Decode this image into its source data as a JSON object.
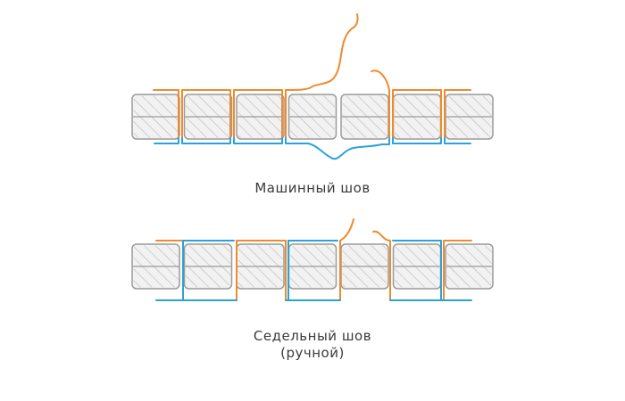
{
  "diagram": {
    "colors": {
      "thread_top": "#f08a2c",
      "thread_bottom": "#2aa3d8",
      "block_fill": "#f2f2f2",
      "block_stroke": "#9a9a9a",
      "hatch": "#b0b0b0"
    },
    "panels": [
      {
        "id": "machine-seam",
        "caption": "Машинный шов",
        "caption_line2": "",
        "block_count": 7
      },
      {
        "id": "saddle-seam",
        "caption": "Седельный шов",
        "caption_line2": "(ручной)",
        "block_count": 7
      }
    ]
  }
}
